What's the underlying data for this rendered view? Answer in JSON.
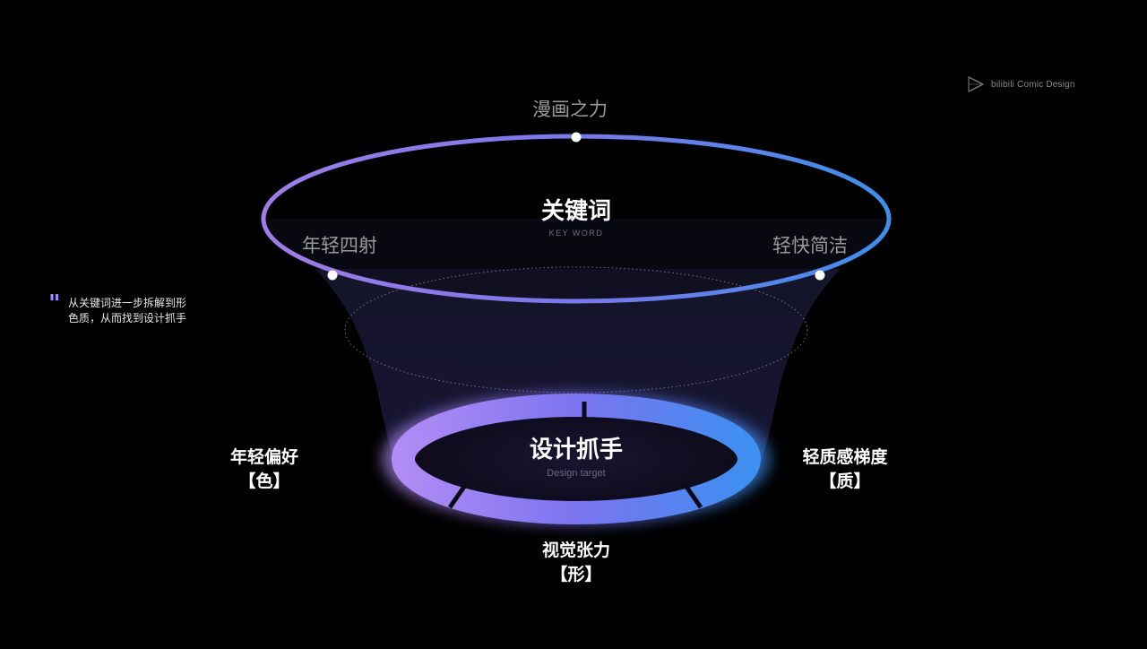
{
  "brand": {
    "name": "bilibili Comic Design",
    "icon": "play-triangle-icon"
  },
  "quote": {
    "mark": "\"",
    "text": "从关键词进一步拆解到形色质，从而找到设计抓手"
  },
  "keywords": {
    "title": "关键词",
    "subtitle": "KEY WORD",
    "items": [
      "漫画之力",
      "年轻四射",
      "轻快简洁"
    ]
  },
  "target": {
    "title": "设计抓手",
    "subtitle": "Design target"
  },
  "targets": [
    {
      "name": "年轻偏好",
      "tag": "【色】"
    },
    {
      "name": "视觉张力",
      "tag": "【形】"
    },
    {
      "name": "轻质感梯度",
      "tag": "【质】"
    }
  ],
  "colors": {
    "ring_start": "#9b7be8",
    "ring_end": "#3f8fe8",
    "accent": "#9b8cff",
    "background": "#000000"
  }
}
